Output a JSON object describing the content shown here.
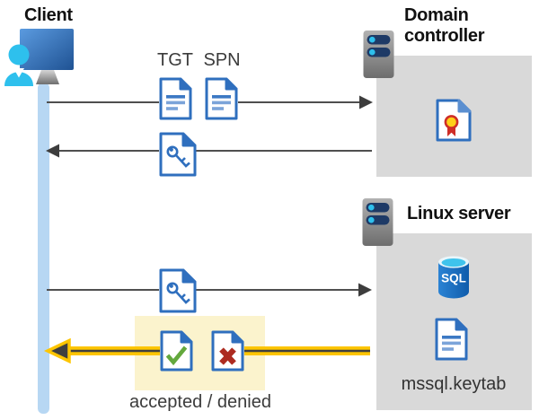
{
  "nodes": {
    "client": {
      "label": "Client",
      "icon": "user-at-computer-icon"
    },
    "domain_controller": {
      "label": "Domain controller",
      "icon": "server-icon",
      "contains": [
        "certificate-document-icon"
      ]
    },
    "linux_server": {
      "label": "Linux server",
      "icon": "server-icon",
      "sql_label": "SQL",
      "keytab_label": "mssql.keytab",
      "contains": [
        "sql-database-icon",
        "keytab-document-icon"
      ]
    }
  },
  "flows": [
    {
      "step": 1,
      "from": "client",
      "to": "domain_controller",
      "direction": "right",
      "labels": [
        "TGT",
        "SPN"
      ],
      "icons": [
        "document-icon",
        "document-icon"
      ],
      "highlighted": false
    },
    {
      "step": 2,
      "from": "domain_controller",
      "to": "client",
      "direction": "left",
      "icons": [
        "key-document-icon"
      ],
      "highlighted": false
    },
    {
      "step": 3,
      "from": "client",
      "to": "linux_server",
      "direction": "right",
      "icons": [
        "key-document-icon"
      ],
      "highlighted": false
    },
    {
      "step": 4,
      "from": "linux_server",
      "to": "client",
      "direction": "left",
      "label": "accepted / denied",
      "icons": [
        "accepted-document-icon",
        "denied-document-icon"
      ],
      "highlighted": true
    }
  ],
  "colors": {
    "doc_blue": "#2f6fbe",
    "doc_bar_dark": "#3c79c4",
    "doc_bar_light": "#7ba4d9",
    "box_gray": "#d9d9d9",
    "highlight_yellow": "#fbf3cd",
    "arrow_gray": "#4f4f4f",
    "arrowhead_gray": "#3d3d3d",
    "arrow_yellow": "#fdc500",
    "check_green": "#63a83d",
    "cross_red": "#ad2b20",
    "client_bar_blue": "#b7d7f3",
    "person_cyan": "#2ec0ed",
    "sql_body_blue": "#1a6fc4",
    "sql_top_cyan": "#3fc3ec",
    "seal_yellow": "#ffd019",
    "seal_red": "#cf2e27",
    "server_pill_navy": "#1e3a66"
  }
}
